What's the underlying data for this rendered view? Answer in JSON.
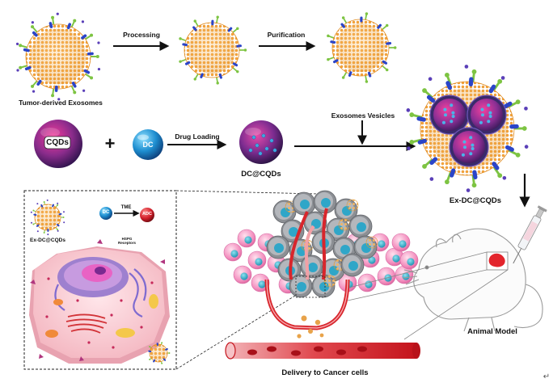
{
  "labels": {
    "tumor_exosomes": "Tumor-derived Exosomes",
    "processing": "Processing",
    "purification": "Purification",
    "cqds": "CQDs",
    "dc": "DC",
    "drug_loading": "Drug Loading",
    "dc_cqds": "DC@CQDs",
    "exosome_vesicles": "Exosomes Vesicles",
    "ex_dc_cqds": "Ex-DC@CQDs",
    "inset_ex_dc_cqds": "Ex-DC@CQDs",
    "tme": "TME",
    "inset_dc": "DC",
    "adc": "ADC",
    "hspg_receptors": "HSPG Receptors",
    "animal_model": "Animal Model",
    "delivery": "Delivery to Cancer cells",
    "plus": "+",
    "return_mark": "↵"
  },
  "colors": {
    "membrane_orange": "#F2A640",
    "protein_blue": "#2B45C8",
    "ligand_green": "#7DC442",
    "core_pink": "#E8328A",
    "cqd_purple": "#5E2A86",
    "dc_cyan": "#1E9ED8",
    "cancer_cell_pink": "#F19AC3",
    "nucleus_cyan": "#22A4C4",
    "vessel_red": "#D8262C",
    "arrow_black": "#111111"
  }
}
